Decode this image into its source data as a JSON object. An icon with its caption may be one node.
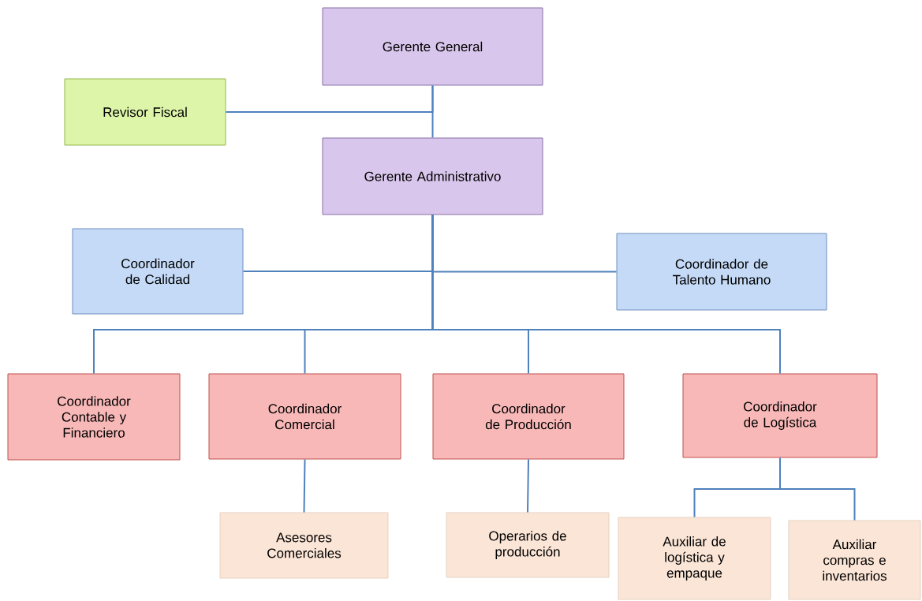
{
  "diagram": {
    "nodes": [
      {
        "text": [
          "Gerente General"
        ]
      },
      {
        "text": [
          "Revisor Fiscal"
        ]
      },
      {
        "text": [
          "Gerente Administrativo"
        ]
      },
      {
        "text": [
          "Coordinador de Calidad"
        ]
      },
      {
        "text": [
          "Coordinador de Talento Humano"
        ]
      },
      {
        "text": [
          "Coordinador Contable y Financiero"
        ]
      },
      {
        "text": [
          "Coordinador Comercial"
        ]
      },
      {
        "text": [
          "Coordinador de Producción"
        ]
      },
      {
        "text": [
          "Coordinador de Logística"
        ]
      },
      {
        "text": [
          "Asesores Comerciales"
        ]
      },
      {
        "text": [
          "Operarios de producción"
        ]
      },
      {
        "text": [
          "Auxiliar de logística y empaque"
        ]
      },
      {
        "text": [
          "Auxiliar compras e inventarios"
        ]
      }
    ],
    "edges": [
      {
        "from": 0,
        "to": 2,
        "arrow": "none"
      },
      {
        "from": 0,
        "to": 1,
        "arrow": "none"
      },
      {
        "from": 2,
        "to": 3,
        "arrow": "none"
      },
      {
        "from": 2,
        "to": 4,
        "arrow": "none"
      },
      {
        "from": 2,
        "to": 5,
        "arrow": "none"
      },
      {
        "from": 2,
        "to": 6,
        "arrow": "none"
      },
      {
        "from": 2,
        "to": 7,
        "arrow": "none"
      },
      {
        "from": 2,
        "to": 8,
        "arrow": "none"
      },
      {
        "from": 6,
        "to": 9,
        "arrow": "none"
      },
      {
        "from": 7,
        "to": 10,
        "arrow": "none"
      },
      {
        "from": 8,
        "to": 11,
        "arrow": "none"
      },
      {
        "from": 8,
        "to": 12,
        "arrow": "none"
      }
    ]
  }
}
